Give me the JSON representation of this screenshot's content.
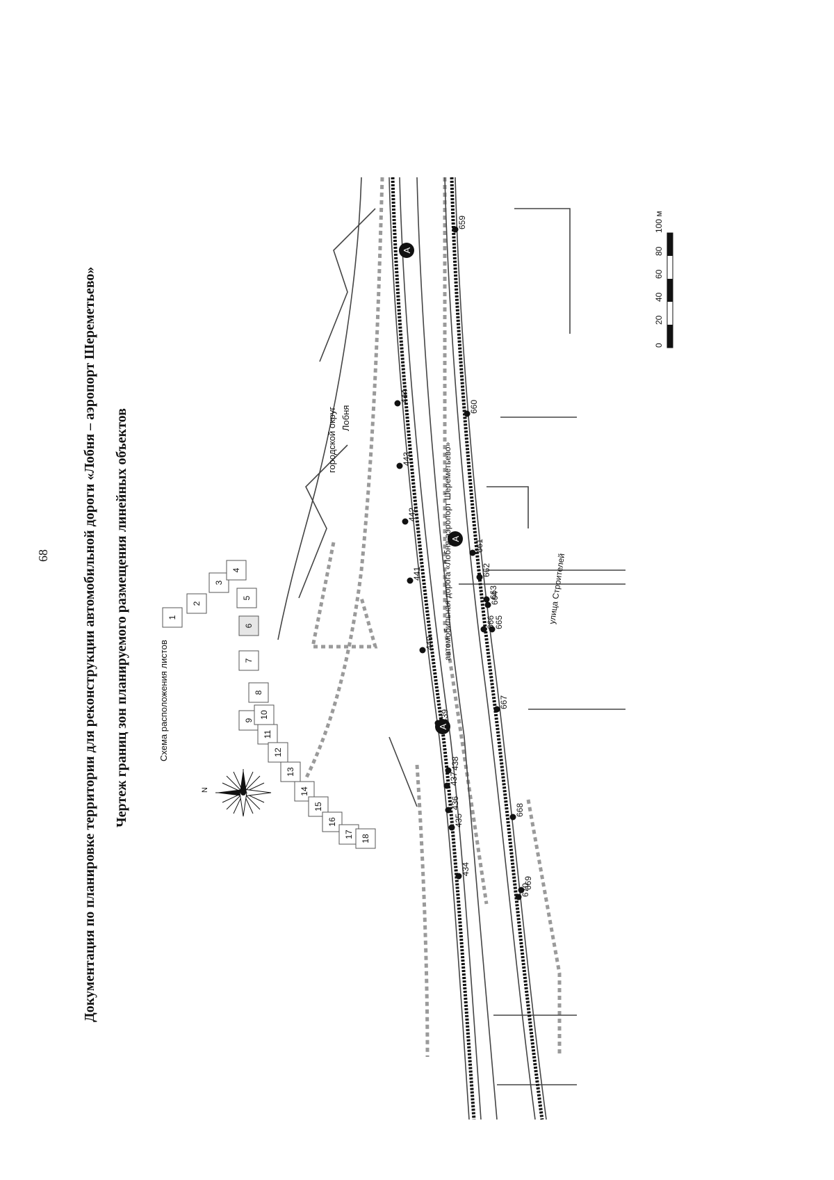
{
  "page_number": "68",
  "title": "Документация по планировке территории для реконструкции автомобильной дороги «Лобня – аэропорт Шереметьево»",
  "subtitle": "Чертеж границ зон планируемого размещения линейных объектов",
  "compass": {
    "north_label": "N",
    "icon": "compass-rose-icon"
  },
  "sheet_scheme": {
    "title": "Схема расположения листов",
    "sheets": [
      "1",
      "2",
      "3",
      "4",
      "5",
      "6",
      "7",
      "8",
      "9",
      "10",
      "11",
      "12",
      "13",
      "14",
      "15",
      "16",
      "17",
      "18"
    ],
    "active_sheet": "6"
  },
  "map": {
    "labels": {
      "city_line1": "городской округ",
      "city_line2": "Лобня",
      "road": "автомобильная дорога «Лобня-аэропорт Шереметьево»",
      "street": "улица Строителей"
    },
    "marker_letter": "А",
    "points_north": [
      "434",
      "435",
      "436",
      "437",
      "438",
      "439",
      "440",
      "441",
      "442",
      "443",
      "444"
    ],
    "points_south": [
      "659",
      "660",
      "661",
      "662",
      "663",
      "664",
      "665",
      "666",
      "667",
      "668",
      "669",
      "670"
    ]
  },
  "scale_bar": {
    "ticks": [
      "0",
      "20",
      "40",
      "60",
      "80",
      "100 м"
    ]
  },
  "colors": {
    "line": "#111111",
    "zone": "#9a9a9a",
    "road": "#444444"
  }
}
